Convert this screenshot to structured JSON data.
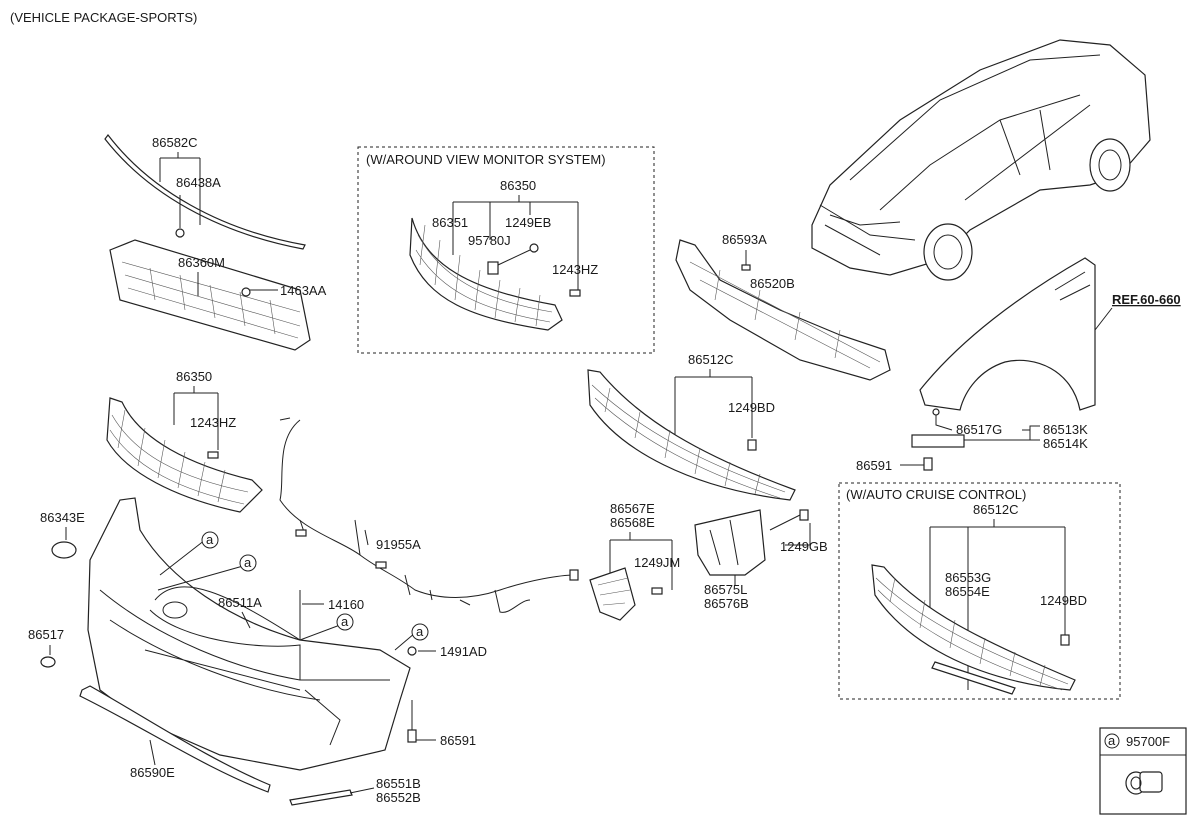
{
  "header": {
    "title": "(VEHICLE PACKAGE-SPORTS)"
  },
  "groups": {
    "around_view": "(W/AROUND VIEW MONITOR SYSTEM)",
    "auto_cruise": "(W/AUTO CRUISE CONTROL)"
  },
  "ref": "REF.60-660",
  "circle_mark": "a",
  "parts": {
    "p86582C": "86582C",
    "p86438A": "86438A",
    "p86360M": "86360M",
    "p1463AA": "1463AA",
    "p86350a": "86350",
    "p86351": "86351",
    "p1249EBa": "1249EB",
    "p95780J": "95780J",
    "p1243HZa": "1243HZ",
    "p86593A": "86593A",
    "p86520B": "86520B",
    "p86350b": "86350",
    "p1243HZb": "1243HZ",
    "p86512Ca": "86512C",
    "p1249BDa": "1249BD",
    "p86517G": "86517G",
    "p86513K": "86513K",
    "p86514K": "86514K",
    "p86591a": "86591",
    "p86343E": "86343E",
    "p91955A": "91955A",
    "p86567E": "86567E",
    "p86568E": "86568E",
    "p1249JM": "1249JM",
    "p1249GB": "1249GB",
    "p86575L": "86575L",
    "p86576B": "86576B",
    "p86511A": "86511A",
    "p14160": "14160",
    "p86517": "86517",
    "p1491AD": "1491AD",
    "p86591b": "86591",
    "p86590E": "86590E",
    "p86551B": "86551B",
    "p86552B": "86552B",
    "p86512Cb": "86512C",
    "p86553G": "86553G",
    "p86554E": "86554E",
    "p1249BDb": "1249BD",
    "p95700F": "95700F"
  }
}
